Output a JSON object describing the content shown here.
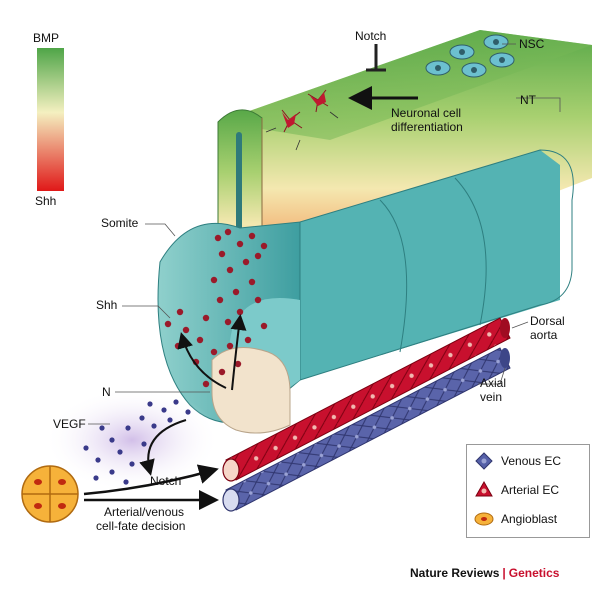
{
  "colors": {
    "bmp": "#5aa84a",
    "shh": "#e02020",
    "somite": "#5cbcbc",
    "artery": "#c8102e",
    "vein": "#5560a8",
    "accent": "#c8102e"
  },
  "gradient_bar": {
    "top_label": "BMP",
    "bottom_label": "Shh"
  },
  "labels": {
    "notch_top": "Notch",
    "nsc": "NSC",
    "nt": "NT",
    "neuronal_line1": "Neuronal cell",
    "neuronal_line2": "differentiation",
    "somite": "Somite",
    "shh": "Shh",
    "n": "N",
    "vegf": "VEGF",
    "notch_bottom": "Notch",
    "dorsal_line1": "Dorsal",
    "dorsal_line2": "aorta",
    "axial_line1": "Axial",
    "axial_line2": "vein",
    "decision_line1": "Arterial/venous",
    "decision_line2": "cell-fate decision"
  },
  "legend": {
    "items": [
      {
        "label": "Venous EC",
        "icon": "venous-ec-icon"
      },
      {
        "label": "Arterial EC",
        "icon": "arterial-ec-icon"
      },
      {
        "label": "Angioblast",
        "icon": "angioblast-icon"
      }
    ]
  },
  "footer": {
    "journal": "Nature Reviews",
    "separator": "|",
    "section": "Genetics"
  }
}
